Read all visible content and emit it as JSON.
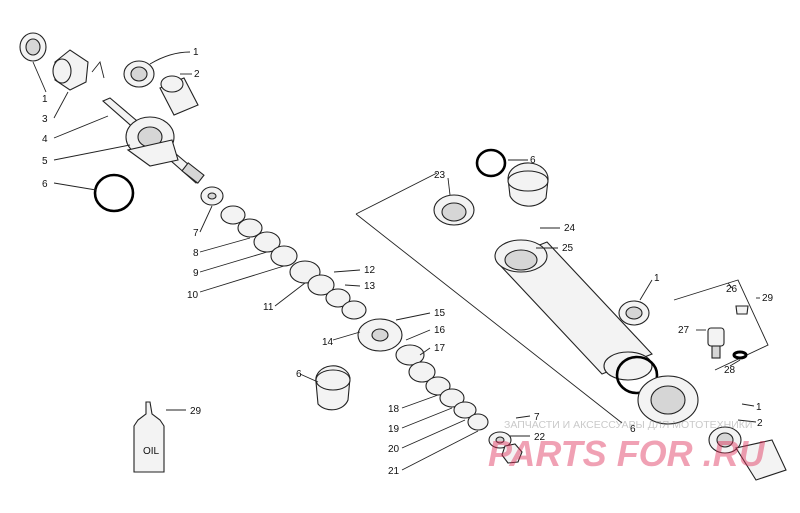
{
  "labels": {
    "l1a": "1",
    "l1b": "1",
    "l1c": "1",
    "l1d": "1",
    "l2a": "2",
    "l2b": "2",
    "l3": "3",
    "l4": "4",
    "l5": "5",
    "l6a": "6",
    "l6b": "6",
    "l6c": "6",
    "l6d": "6",
    "l7a": "7",
    "l7b": "7",
    "l8": "8",
    "l9": "9",
    "l10": "10",
    "l11": "11",
    "l12": "12",
    "l13": "13",
    "l14": "14",
    "l15": "15",
    "l16": "16",
    "l17": "17",
    "l18": "18",
    "l19": "19",
    "l20": "20",
    "l21": "21",
    "l22": "22",
    "l23": "23",
    "l24": "24",
    "l25": "25",
    "l26": "26",
    "l27": "27",
    "l28": "28",
    "l29a": "29",
    "l29b": "29"
  },
  "oil_bottle_label": "OIL",
  "watermark": {
    "tagline": "ЗАПЧАСТИ И АКСЕССУАРЫ ДЛЯ МОТОТЕХНИКИ",
    "brand": "PARTS FOR .RU",
    "color": "#e0305a"
  }
}
